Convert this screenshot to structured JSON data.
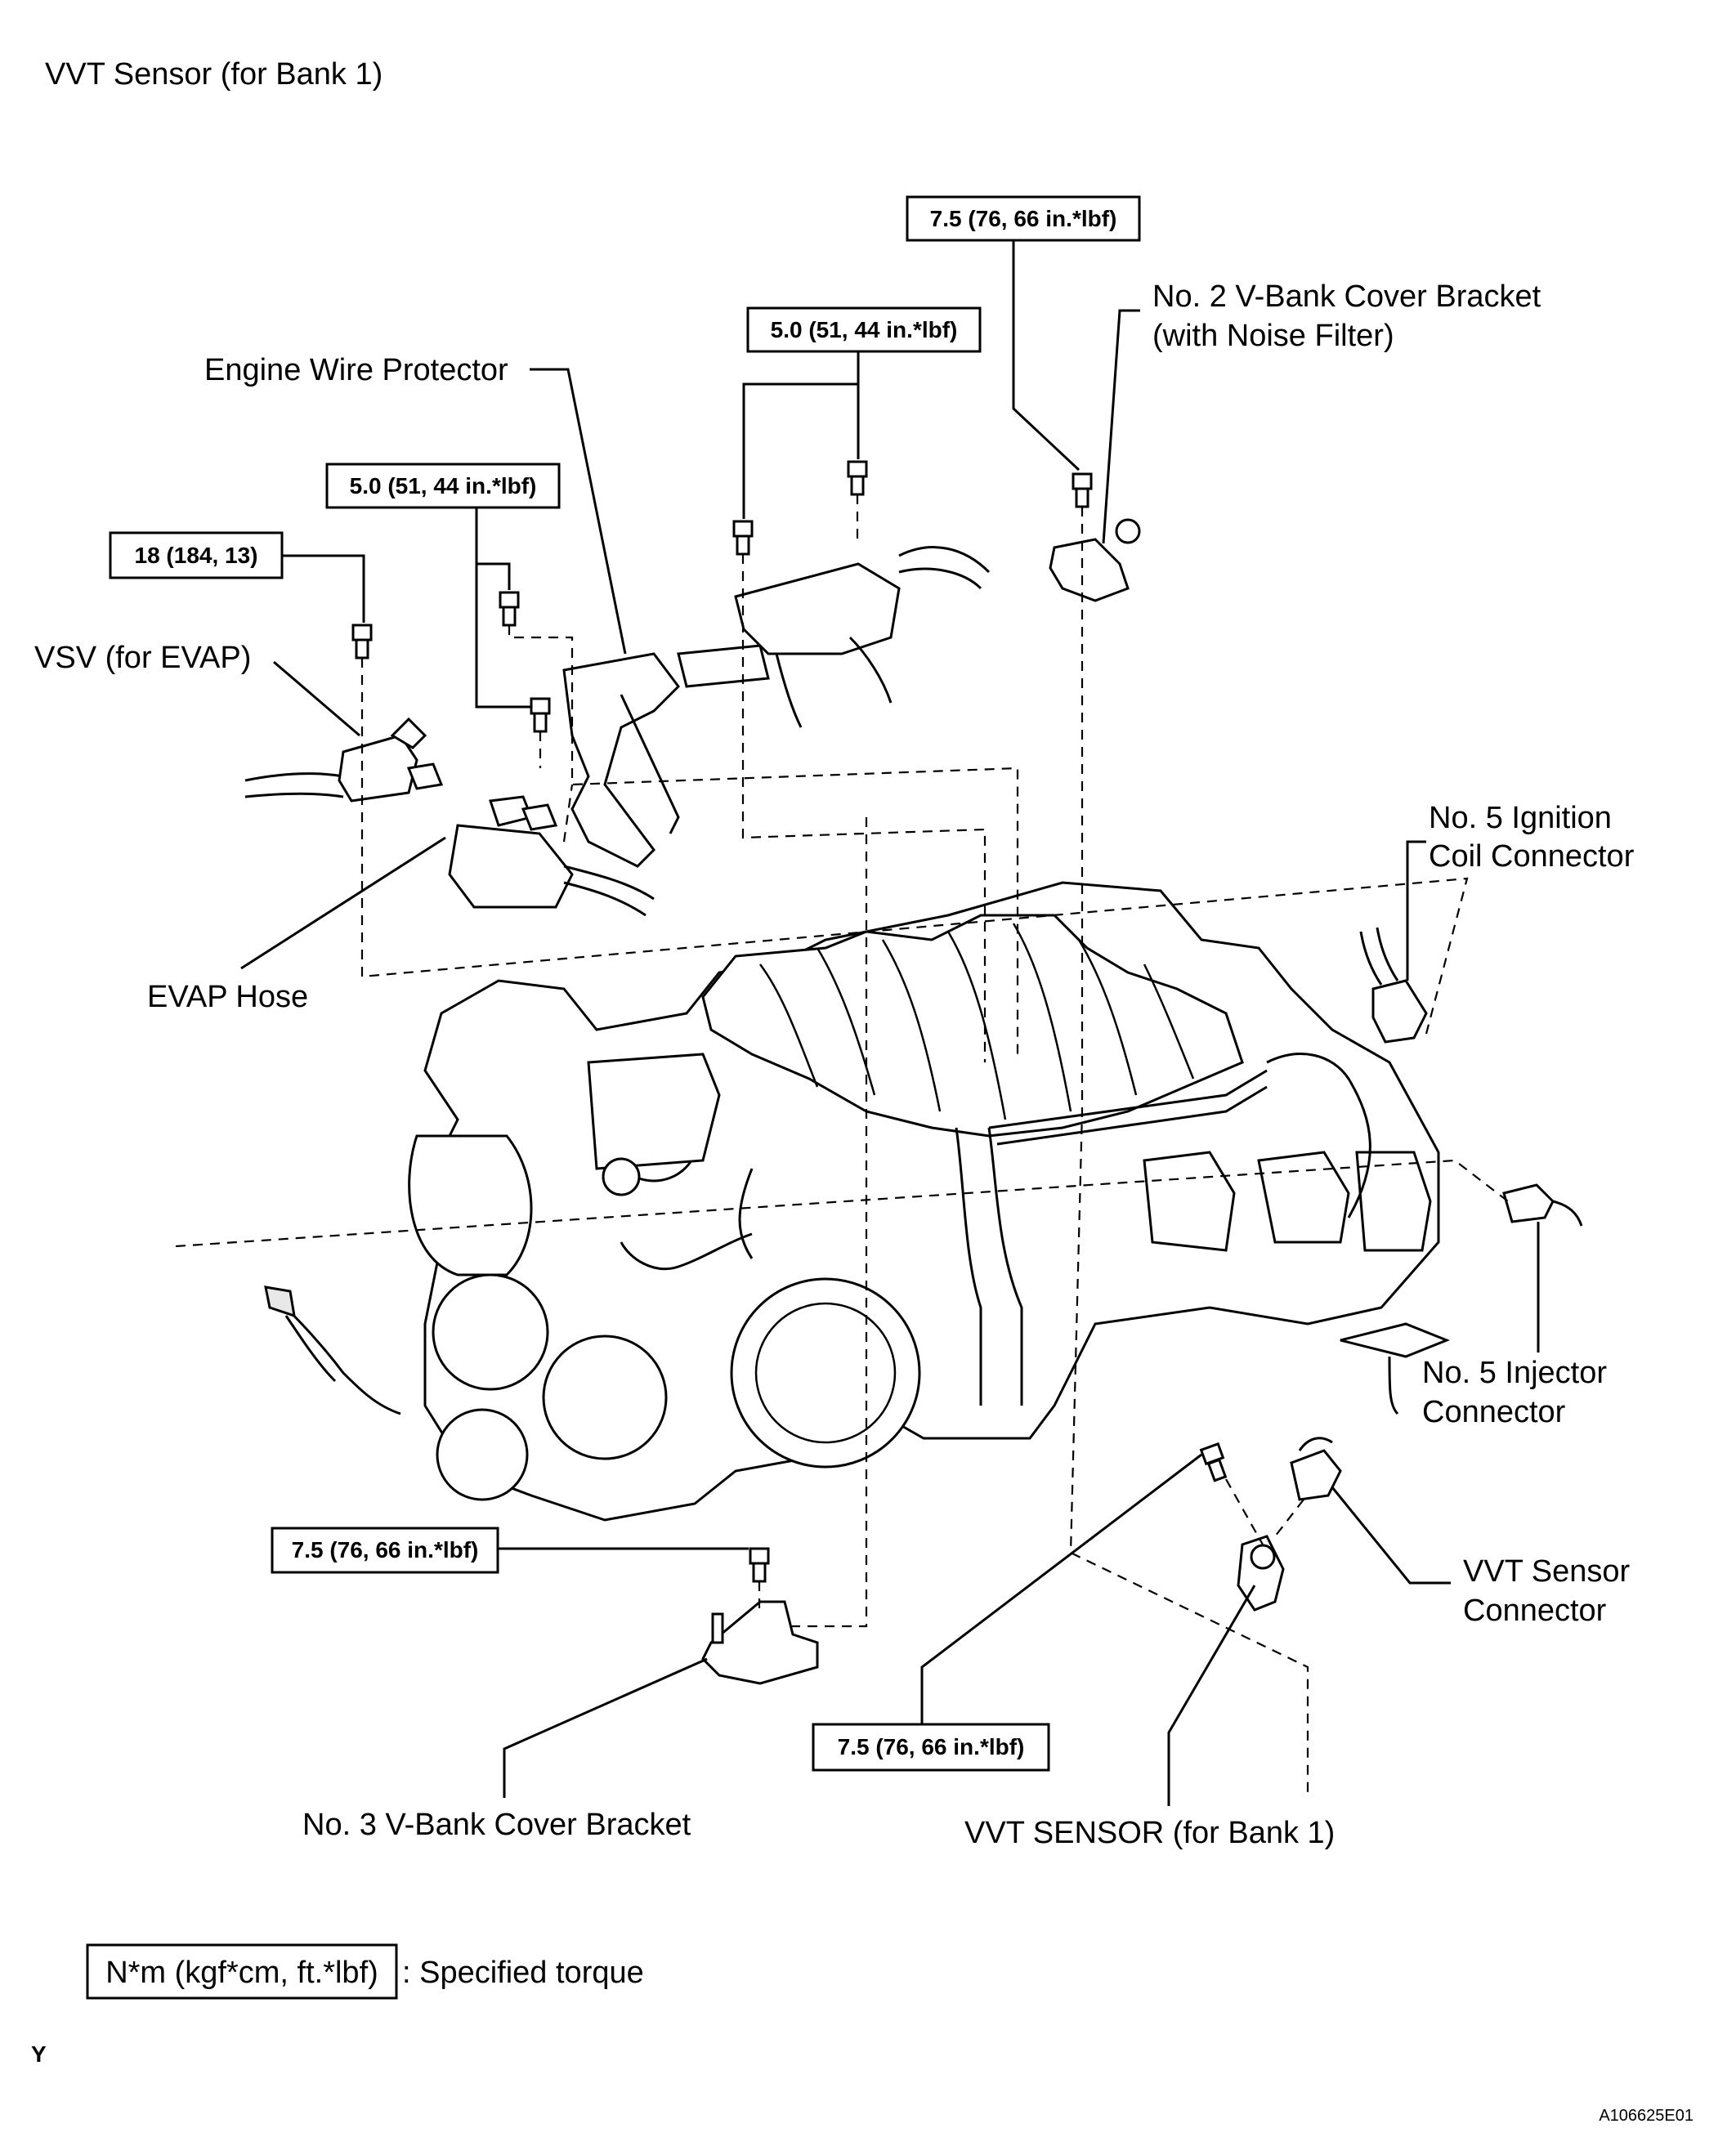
{
  "title": "VVT Sensor (for Bank 1)",
  "torque_labels": {
    "top_right": "7.5 (76, 66 in.*lbf)",
    "top_center": "5.0 (51, 44 in.*lbf)",
    "center": "5.0 (51, 44 in.*lbf)",
    "vsv_bolt": "18 (184, 13)",
    "lower_bracket": "7.5 (76, 66 in.*lbf)",
    "sensor_bolt": "7.5 (76, 66 in.*lbf)"
  },
  "part_labels": {
    "no2_bracket_line1": "No. 2 V-Bank Cover Bracket",
    "no2_bracket_line2": "(with Noise Filter)",
    "engine_wire_protector": "Engine Wire Protector",
    "vsv": "VSV (for EVAP)",
    "evap_hose": "EVAP Hose",
    "ignition_coil_line1": "No. 5 Ignition",
    "ignition_coil_line2": "Coil Connector",
    "injector_line1": "No. 5 Injector",
    "injector_line2": "Connector",
    "vvt_connector_line1": "VVT Sensor",
    "vvt_connector_line2": "Connector",
    "no3_bracket": "No. 3 V-Bank Cover Bracket",
    "vvt_sensor": "VVT SENSOR (for Bank 1)"
  },
  "legend": {
    "unit": "N*m (kgf*cm, ft.*lbf)",
    "text": ": Specified torque"
  },
  "footer": {
    "left_mark": "Y",
    "figure_code": "A106625E01"
  }
}
